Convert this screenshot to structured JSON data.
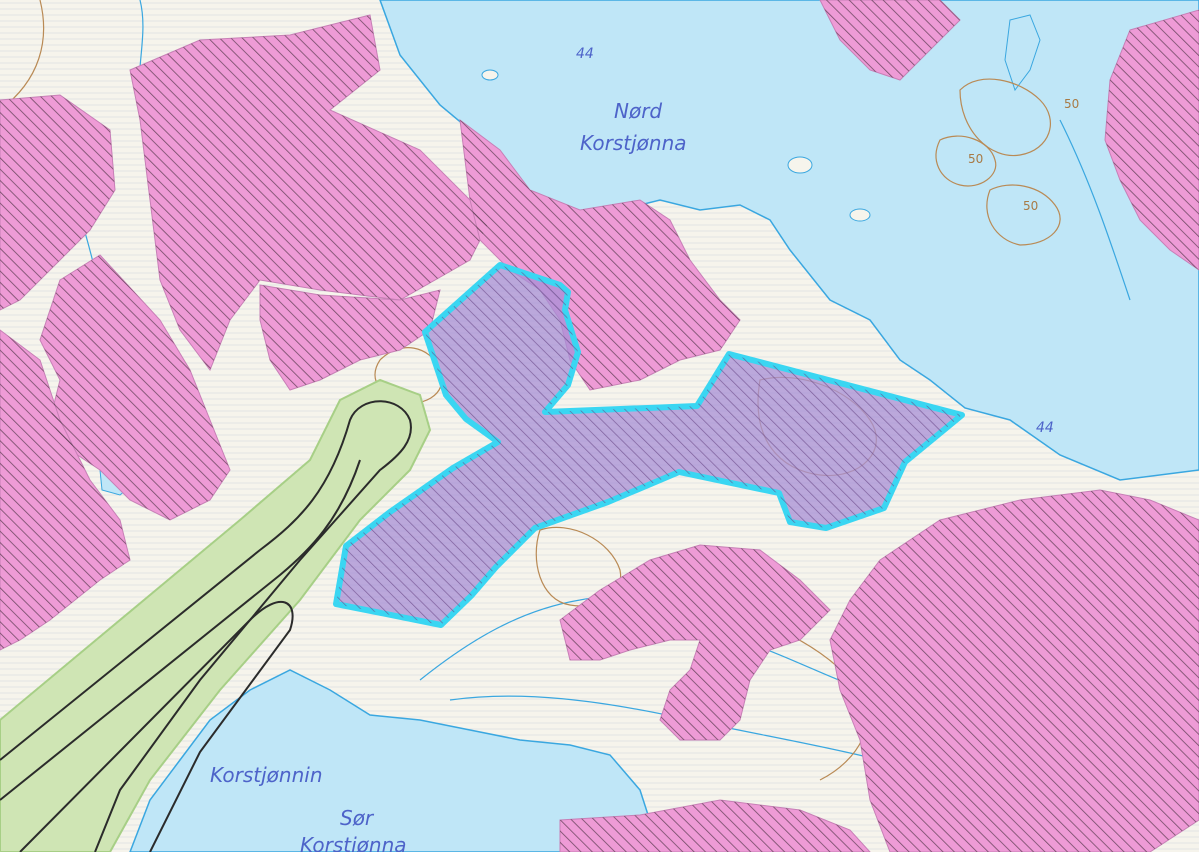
{
  "map": {
    "labels": {
      "lake_north_line1": "Nørd",
      "lake_north_line2": "Korstjønna",
      "lake_south_name": "Korstjønnin",
      "lake_south_line1": "Sør",
      "lake_south_line2": "Korstjønna",
      "elevation_north": "44",
      "elevation_east": "44",
      "contour_50_a": "50",
      "contour_50_b": "50",
      "contour_50_c": "50"
    },
    "colors": {
      "land": "#f6f4ec",
      "water": "#bfe6f7",
      "water_outline": "#3aa7e0",
      "protected_area_fill": "#ee9bd6",
      "protected_area_hatch": "#5a3a50",
      "selected_area_fill": "#a78fd6",
      "selected_area_outline": "#3ad6f2",
      "road_area": "#cfe5b4",
      "road_line": "#2b2b2b",
      "contour_line": "#b98a55",
      "label_text": "#4d63c9"
    }
  }
}
